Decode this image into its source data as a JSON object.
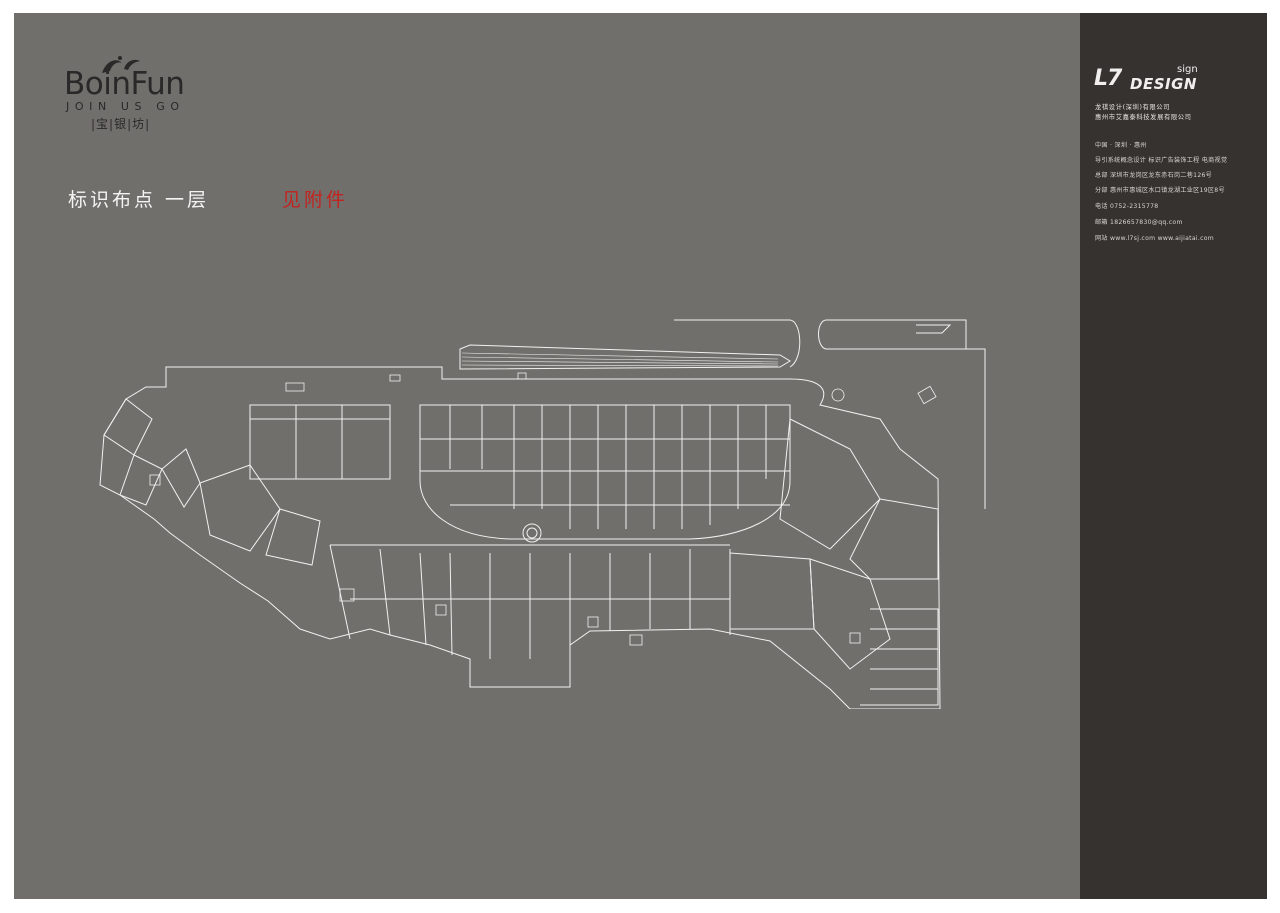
{
  "logo": {
    "wordmark": "BoinFun",
    "tagline": "JOIN US GO",
    "chinese": "|宝|银|坊|"
  },
  "title": {
    "main": "标识布点  一层",
    "note": "见附件"
  },
  "sidebar": {
    "brand_mark": "L7",
    "brand_design": "DESIGN",
    "brand_sign": "sign",
    "company_1": "龙祺设计(深圳)有限公司",
    "company_2": "惠州市艾嘉泰科技发展有限公司",
    "info": [
      "中国 · 深圳 · 惠州",
      "导引系统概念设计    标识广告装饰工程    电商视觉",
      "总部  深圳市龙岗区龙东赤石岗二巷126号",
      "分部  惠州市惠城区水口镇龙湖工业区19区8号",
      "电话  0752-2315778",
      "邮箱  1826657830@qq.com",
      "网站  www.l7sj.com    www.aijiatai.com"
    ]
  },
  "colors": {
    "page_bg": "#ffffff",
    "sheet_bg": "#716f6c",
    "sidebar_bg": "#353230",
    "plan_lines": "#f2f1ef",
    "title_text": "#f5f4f2",
    "note_red": "#c3241f",
    "logo_text": "#2a2828"
  }
}
